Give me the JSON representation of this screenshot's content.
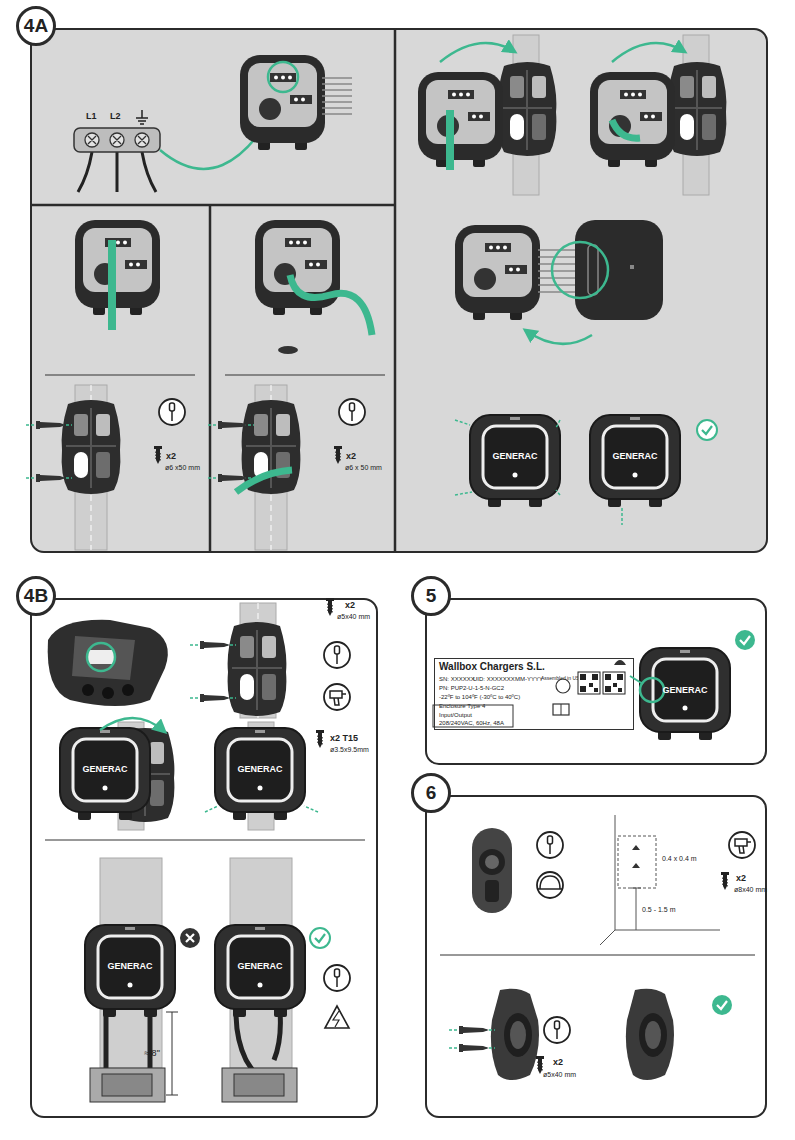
{
  "diagram": {
    "nodes": [
      {
        "text": [
          "4A"
        ]
      },
      {
        "text": [
          "4B"
        ]
      },
      {
        "text": [
          "5"
        ]
      },
      {
        "text": [
          "6"
        ]
      },
      {
        "text": [
          "Wallbox Chargers S.L.",
          "SN: XXXXXX",
          "UID: XXXXXXX",
          "MM-YYYY",
          "PN: PUP2-U-1-5-N-GC2",
          "-22ºF to 104ºF (-30ºC to 40ºC)",
          "Enclosure Type 4",
          "Input/Output",
          "208/240VAC, 60Hz, 48A",
          "Assembled in USA"
        ],
        "in": 2
      }
    ],
    "labels": [
      "L1",
      "L2",
      "x2",
      "ø6 x50 mm",
      "x2",
      "ø6 x 50 mm",
      "GENERAC",
      "GENERAC",
      "x2",
      "ø5x40 mm",
      "x2 T15",
      "ø3.5x9.5mm",
      "GENERAC",
      "GENERAC",
      "GENERAC",
      "GENERAC",
      "≈ 8\"",
      "GENERAC",
      "0.4 x 0.4 m",
      "0.5 - 1.5 m",
      "x2",
      "ø8x40 mm",
      "x2",
      "ø5x40 mm"
    ]
  }
}
